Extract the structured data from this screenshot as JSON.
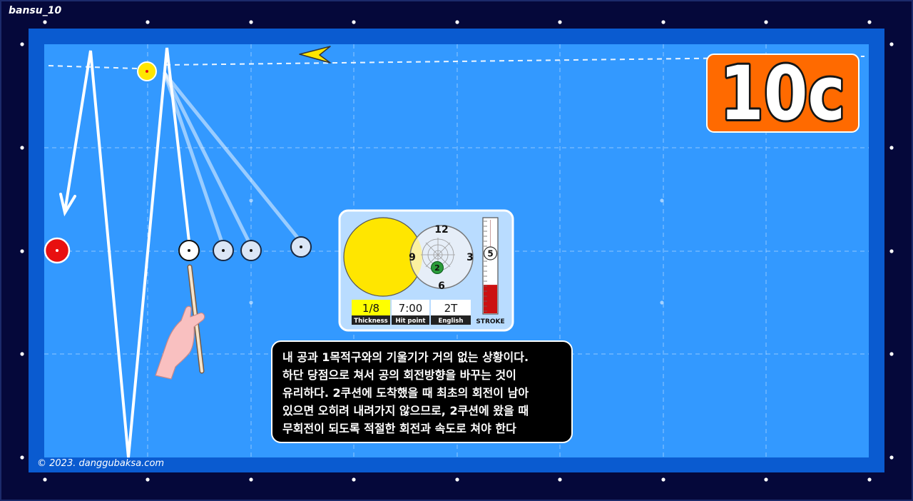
{
  "page": {
    "title": "bansu_10",
    "copyright": "© 2023. danggubaksa.com"
  },
  "colors": {
    "frame": "#05083a",
    "rail": "#0a5bd0",
    "cloth": "#3399ff",
    "badge": "#ff6a00",
    "red_ball": "#e81010",
    "yellow_ball": "#ffe600",
    "cue_ball": "#ffffff",
    "ghost_ball": "#dbe6f6",
    "panel": "#b9dcff",
    "stroke_fill": "#cc1111",
    "tip_marker": "#2b9b3a"
  },
  "icons": {
    "direction_marker": "chevron-left-icon",
    "hand": "hand-icon"
  },
  "badge": {
    "label": "10c"
  },
  "panel": {
    "clock": {
      "top": "12",
      "right": "3",
      "bottom": "6",
      "left": "9"
    },
    "tip_marker": "2",
    "stroke": {
      "value": "5",
      "label": "STROKE",
      "fill_fraction": 0.3
    },
    "stats": [
      {
        "value": "1/8",
        "label": "Thickness"
      },
      {
        "value": "7:00",
        "label": "Hit point"
      },
      {
        "value": "2T",
        "label": "English"
      }
    ]
  },
  "description": {
    "lines": [
      "내 공과 1목적구와의 기울기가 거의 없는 상황이다.",
      "하단 당점으로 쳐서 공의 회전방향을 바꾸는 것이",
      "유리하다. 2쿠션에 도착했을 때 최초의 회전이 남아",
      "있으면 오히려 내려가지 않으므로, 2쿠션에 왔을 때",
      "무회전이 되도록 적절한 회전과 속도로 쳐야 한다"
    ]
  }
}
